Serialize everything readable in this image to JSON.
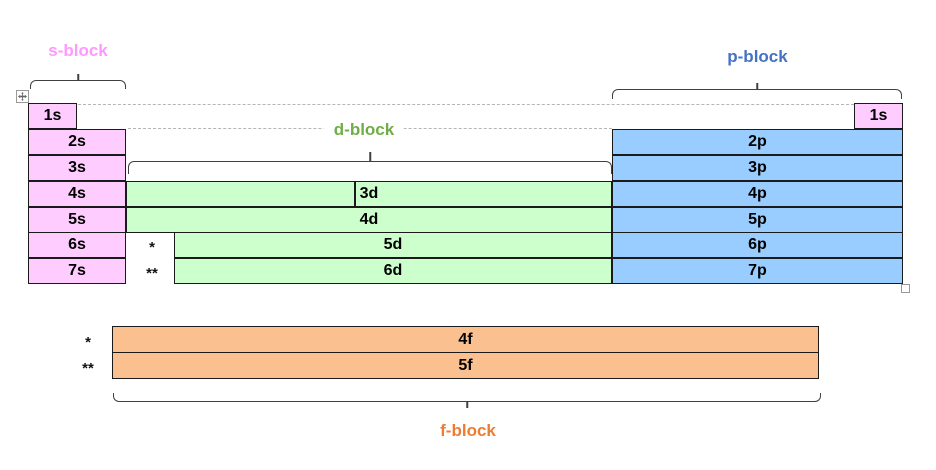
{
  "blocks": {
    "s": {
      "label": "s-block",
      "color": "#FF99FF"
    },
    "p": {
      "label": "p-block",
      "color": "#4472C4"
    },
    "d": {
      "label": "d-block",
      "color": "#70AD47"
    },
    "f": {
      "label": "f-block",
      "color": "#ED7D31"
    }
  },
  "cell_colors": {
    "s": "#FFCCFF",
    "p": "#99CCFF",
    "d": "#CCFFCC",
    "f": "#FAC090"
  },
  "cells": {
    "s1": "1s",
    "s1_right": "1s",
    "s2": "2s",
    "s3": "3s",
    "s4": "4s",
    "s5": "5s",
    "s6": "6s",
    "s7": "7s",
    "d3": "3d",
    "d4": "4d",
    "d5": "5d",
    "d6": "6d",
    "p2": "2p",
    "p3": "3p",
    "p4": "4p",
    "p5": "5p",
    "p6": "6p",
    "p7": "7p",
    "f4": "4f",
    "f5": "5f"
  },
  "markers": {
    "single": "*",
    "double": "**"
  }
}
